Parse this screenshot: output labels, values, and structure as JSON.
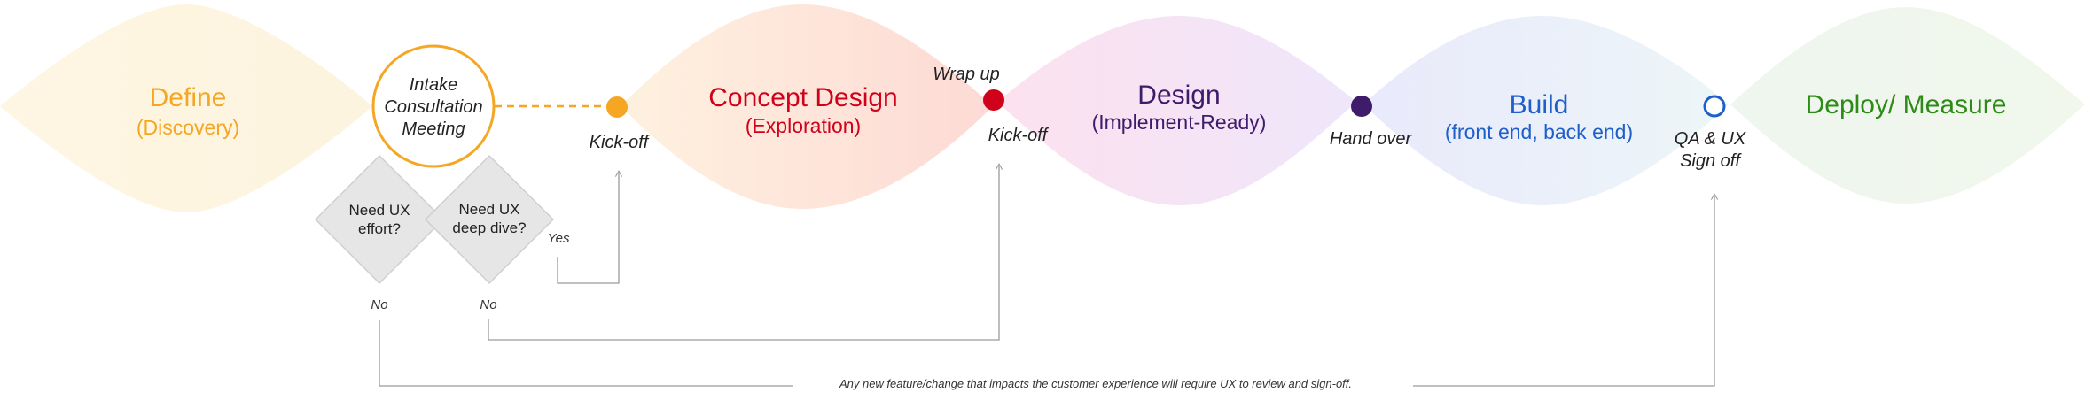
{
  "stages": {
    "define": {
      "title": "Define",
      "subtitle": "(Discovery)",
      "color": "#F5A623"
    },
    "concept": {
      "title": "Concept Design",
      "subtitle": "(Exploration)",
      "color": "#D0021B"
    },
    "design": {
      "title": "Design",
      "subtitle": "(Implement-Ready)",
      "color": "#3F1C6B"
    },
    "build": {
      "title": "Build",
      "subtitle": "(front end, back end)",
      "color": "#1F5FC9"
    },
    "deploy": {
      "title": "Deploy/ Measure",
      "color": "#2E8B17"
    }
  },
  "intake": {
    "line1": "Intake",
    "line2": "Consultation",
    "line3": "Meeting",
    "stroke": "#F5A623"
  },
  "milestones": {
    "kickoff_concept": {
      "label": "Kick-off",
      "color": "#F5A623"
    },
    "wrapup": {
      "label": "Wrap up",
      "color": "#D0021B"
    },
    "kickoff_design": {
      "label": "Kick-off"
    },
    "handover": {
      "label": "Hand over",
      "color": "#3F1C6B"
    },
    "qa_signoff": {
      "line1": "QA & UX",
      "line2": "Sign off",
      "color": "#1F5FC9"
    }
  },
  "decisions": {
    "ux_effort": {
      "line1": "Need UX",
      "line2": "effort?",
      "no_label": "No"
    },
    "ux_deep_dive": {
      "line1": "Need UX",
      "line2": "deep dive?",
      "no_label": "No",
      "yes_label": "Yes"
    }
  },
  "footnote": "Any new feature/change that impacts the customer experience will require  UX to review and sign-off."
}
